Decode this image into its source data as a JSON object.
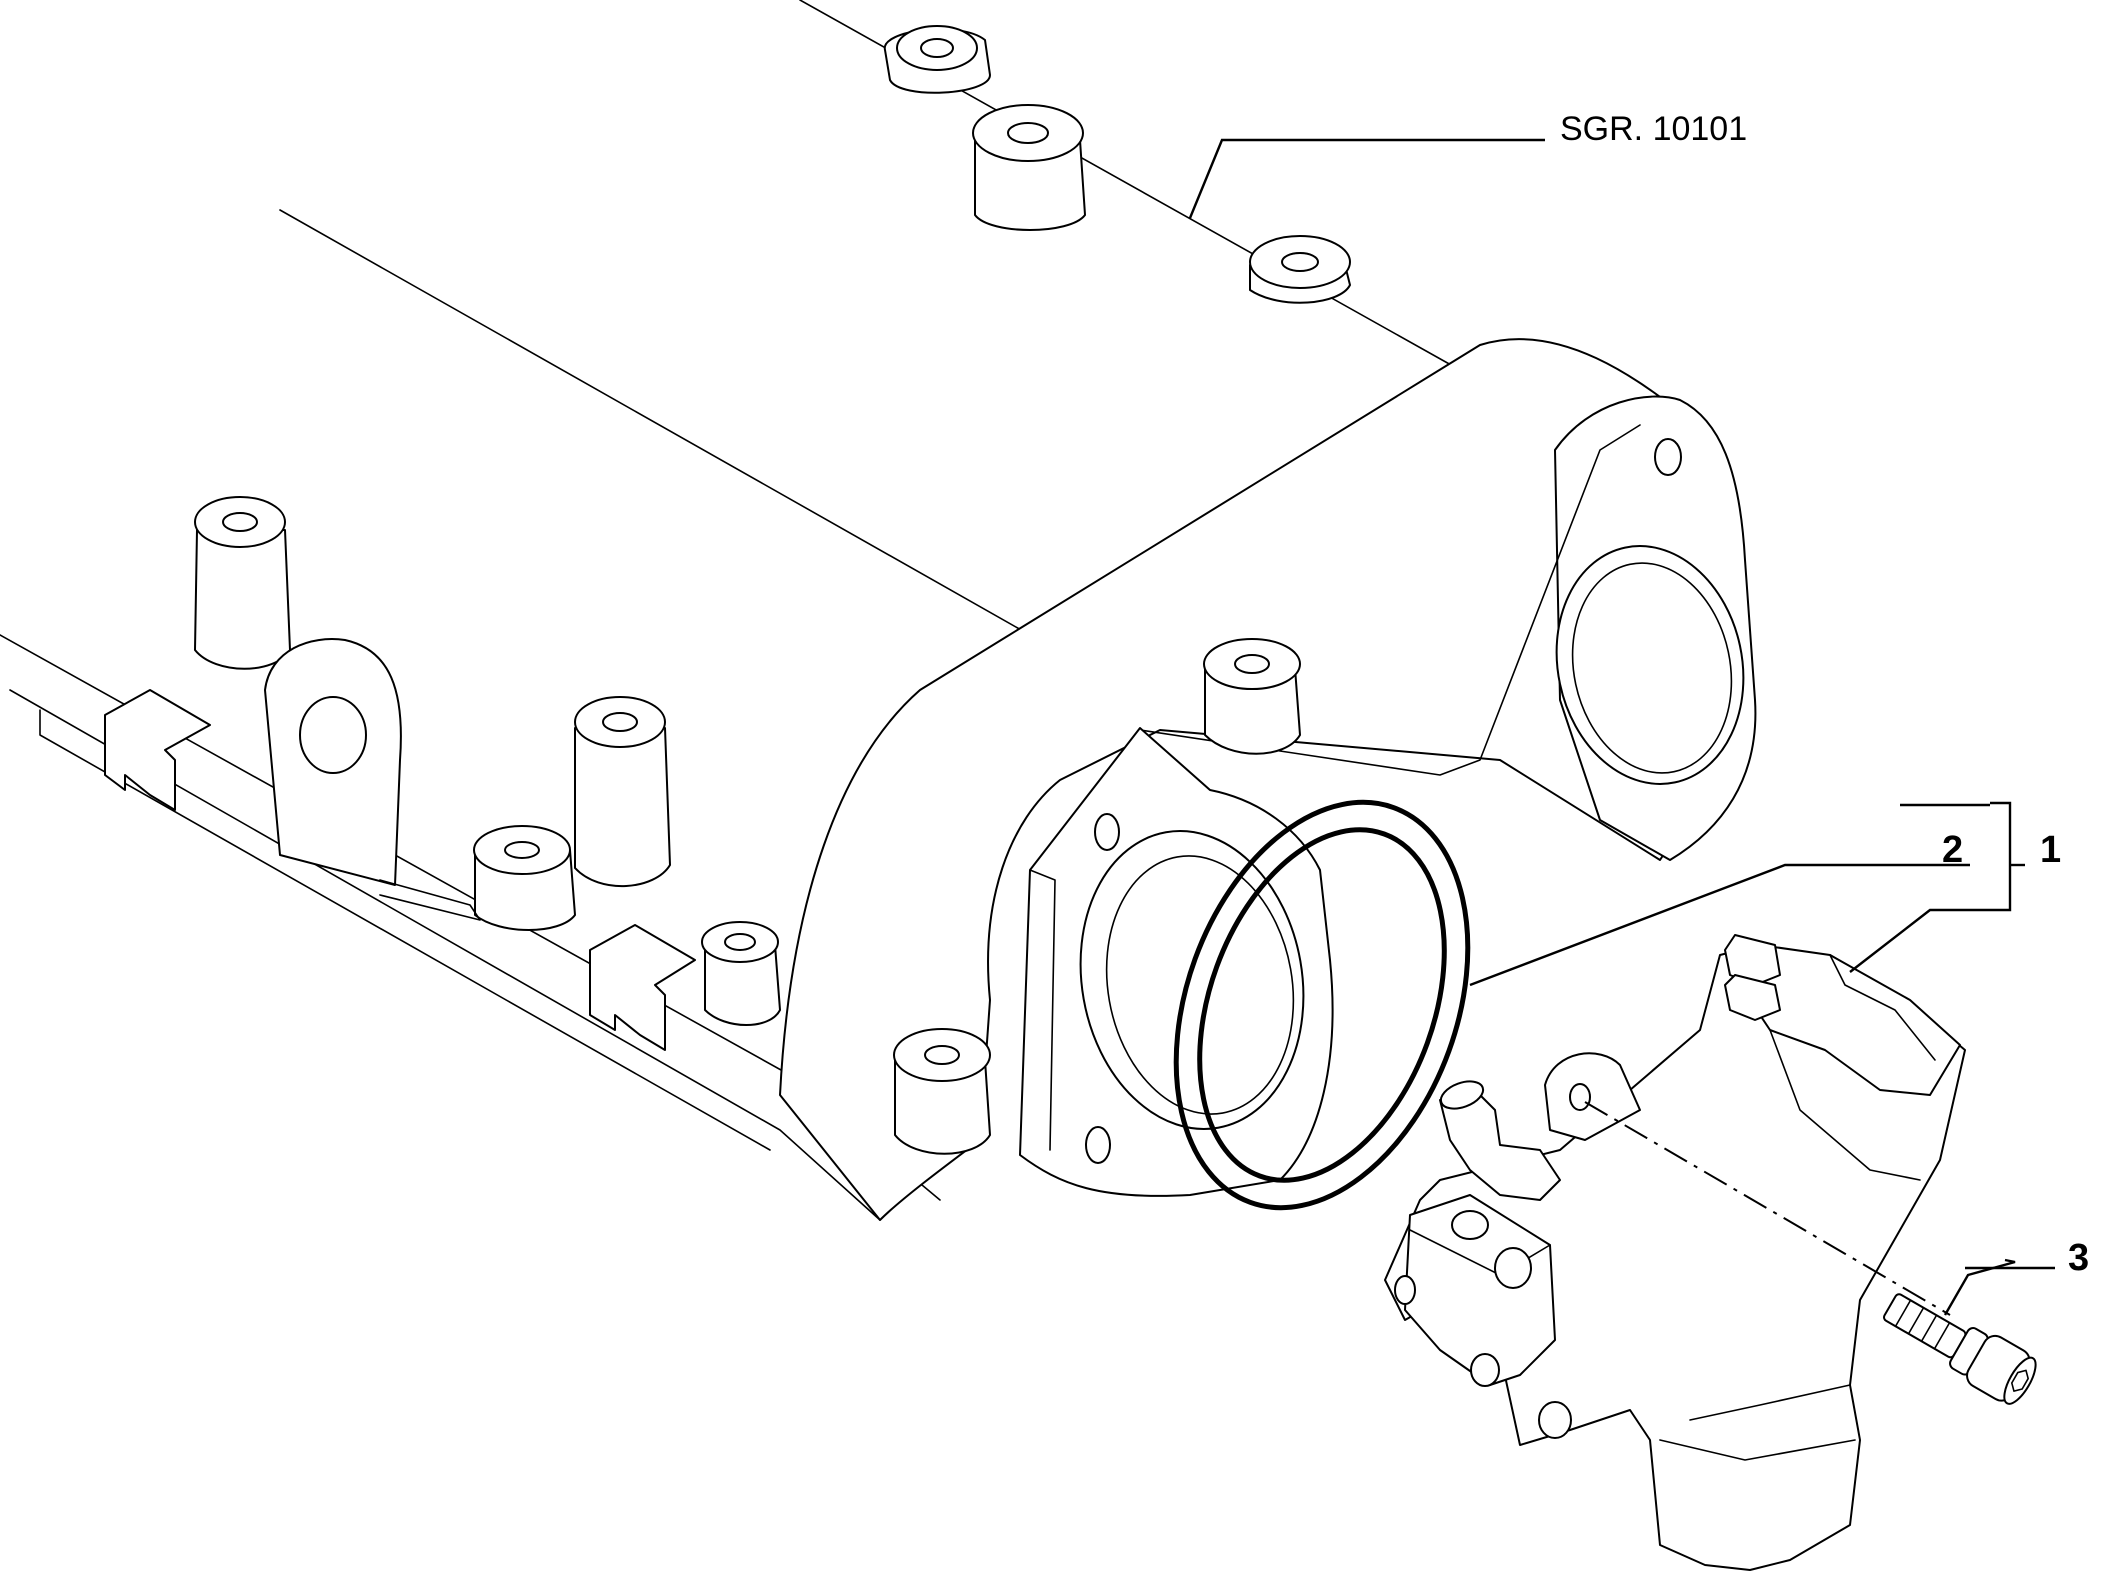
{
  "drawing": {
    "reference_label": "SGR. 10101",
    "callouts": {
      "assembly": "1",
      "gasket": "2",
      "screw": "3"
    },
    "colors": {
      "line": "#000000",
      "background": "#ffffff"
    }
  }
}
